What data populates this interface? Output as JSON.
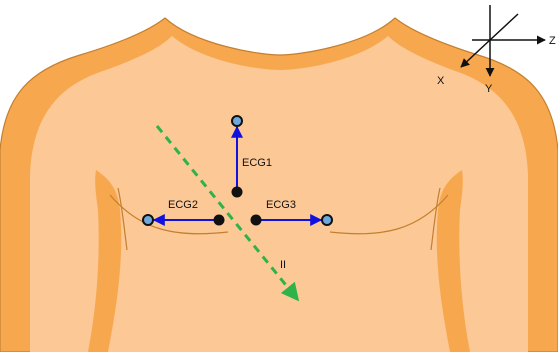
{
  "labels": {
    "ecg1": "ECG1",
    "ecg2": "ECG2",
    "ecg3": "ECG3",
    "lead_ii": "II"
  },
  "axes": {
    "x": "X",
    "y": "Y",
    "z": "Z"
  },
  "colors": {
    "skin_outer": "#F7A84F",
    "skin_inner": "#FCC895",
    "outline": "#C47F2E",
    "electrode_vector": "#1010E0",
    "lead_ii_line": "#2DB34A",
    "electrode_black": "#111111",
    "electrode_blue": "#6FA8DC"
  }
}
